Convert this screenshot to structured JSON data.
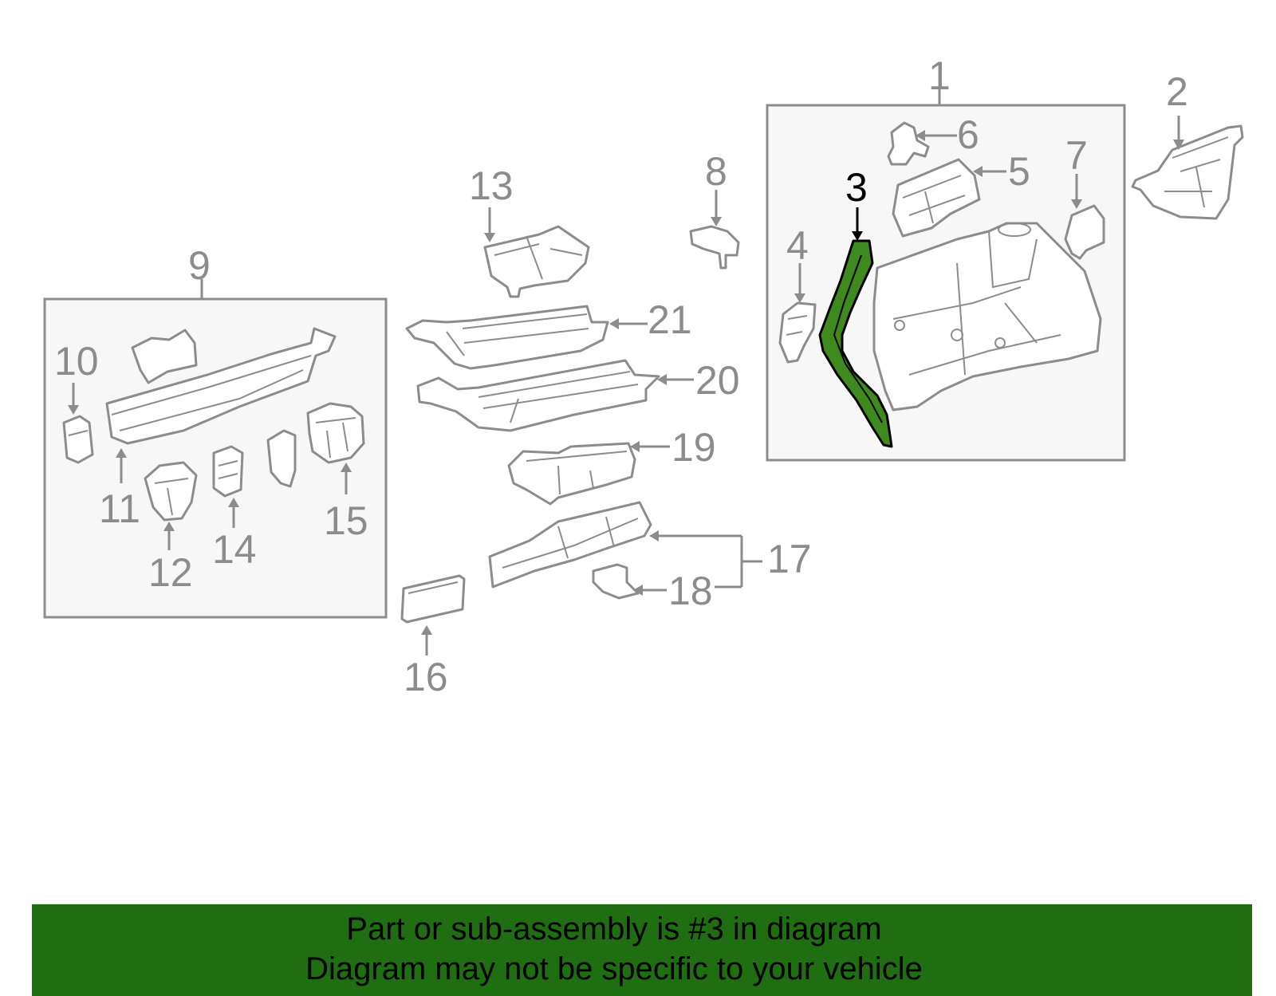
{
  "colors": {
    "highlight_part": "#3f8a1e",
    "banner_bg": "#1f6e12",
    "line_gray": "#8c8c8c"
  },
  "callouts": {
    "c1": "1",
    "c2": "2",
    "c3": "3",
    "c4": "4",
    "c5": "5",
    "c6": "6",
    "c7": "7",
    "c8": "8",
    "c9": "9",
    "c10": "10",
    "c11": "11",
    "c12": "12",
    "c13": "13",
    "c14": "14",
    "c15": "15",
    "c16": "16",
    "c17": "17",
    "c18": "18",
    "c19": "19",
    "c20": "20",
    "c21": "21"
  },
  "highlighted_part": "3",
  "banner": {
    "line1": "Part or sub-assembly is #3 in diagram",
    "line2": "Diagram may not be specific to your vehicle"
  }
}
